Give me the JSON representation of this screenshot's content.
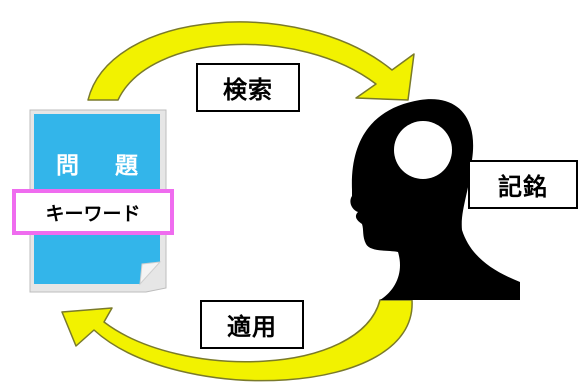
{
  "colors": {
    "arrow_fill": "#f2f200",
    "arrow_stroke": "#7a7a2a",
    "document_fill": "#33b5ea",
    "document_edge": "#e6e6e6",
    "keyword_border": "#ef6cef",
    "silhouette": "#000000",
    "brain_circle": "#ffffff"
  },
  "document": {
    "title": "問 題",
    "keyword": "キーワード"
  },
  "steps": {
    "search": "検索",
    "memory": "記銘",
    "apply": "適用"
  },
  "icons": {
    "document": "document-icon",
    "head": "head-silhouette-icon",
    "top_arrow": "curved-arrow-right-icon",
    "bottom_arrow": "curved-arrow-left-icon"
  }
}
